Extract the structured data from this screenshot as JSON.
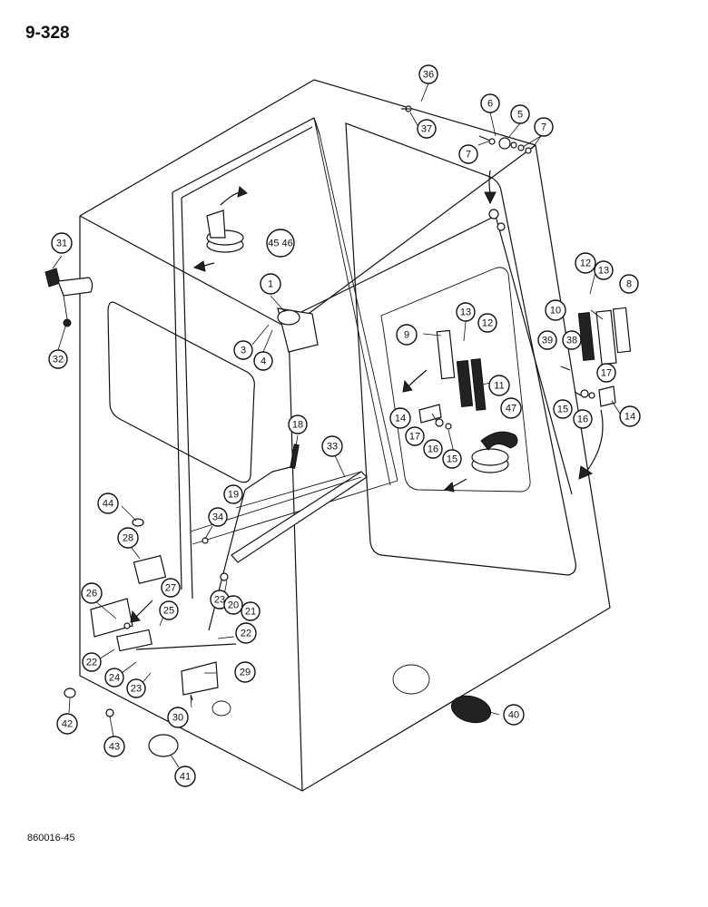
{
  "header": {
    "page_number": "9-328"
  },
  "footer": {
    "drawing_code": "860016-45"
  },
  "callouts": [
    {
      "id": "c36",
      "label": "36"
    },
    {
      "id": "c37",
      "label": "37"
    },
    {
      "id": "c6",
      "label": "6"
    },
    {
      "id": "c5",
      "label": "5"
    },
    {
      "id": "c7a",
      "label": "7"
    },
    {
      "id": "c7b",
      "label": "7"
    },
    {
      "id": "c31",
      "label": "31"
    },
    {
      "id": "c45",
      "label": "45 46"
    },
    {
      "id": "c1",
      "label": "1"
    },
    {
      "id": "c32",
      "label": "32"
    },
    {
      "id": "c3",
      "label": "3"
    },
    {
      "id": "c4",
      "label": "4"
    },
    {
      "id": "c12a",
      "label": "12"
    },
    {
      "id": "c13a",
      "label": "13"
    },
    {
      "id": "c8",
      "label": "8"
    },
    {
      "id": "c10",
      "label": "10"
    },
    {
      "id": "c9",
      "label": "9"
    },
    {
      "id": "c13b",
      "label": "13"
    },
    {
      "id": "c12b",
      "label": "12"
    },
    {
      "id": "c39",
      "label": "39"
    },
    {
      "id": "c38",
      "label": "38"
    },
    {
      "id": "c17a",
      "label": "17"
    },
    {
      "id": "c11",
      "label": "11"
    },
    {
      "id": "c15a",
      "label": "15"
    },
    {
      "id": "c16a",
      "label": "16"
    },
    {
      "id": "c14a",
      "label": "14"
    },
    {
      "id": "c14b",
      "label": "14"
    },
    {
      "id": "c17b",
      "label": "17"
    },
    {
      "id": "c47",
      "label": "47"
    },
    {
      "id": "c16b",
      "label": "16"
    },
    {
      "id": "c15b",
      "label": "15"
    },
    {
      "id": "c18",
      "label": "18"
    },
    {
      "id": "c33",
      "label": "33"
    },
    {
      "id": "c19",
      "label": "19"
    },
    {
      "id": "c44",
      "label": "44"
    },
    {
      "id": "c34",
      "label": "34"
    },
    {
      "id": "c28",
      "label": "28"
    },
    {
      "id": "c26",
      "label": "26"
    },
    {
      "id": "c27",
      "label": "27"
    },
    {
      "id": "c23a",
      "label": "23"
    },
    {
      "id": "c20",
      "label": "20"
    },
    {
      "id": "c21",
      "label": "21"
    },
    {
      "id": "c25",
      "label": "25"
    },
    {
      "id": "c22a",
      "label": "22"
    },
    {
      "id": "c22b",
      "label": "22"
    },
    {
      "id": "c24",
      "label": "24"
    },
    {
      "id": "c29",
      "label": "29"
    },
    {
      "id": "c23b",
      "label": "23"
    },
    {
      "id": "c30",
      "label": "30"
    },
    {
      "id": "c42",
      "label": "42"
    },
    {
      "id": "c43",
      "label": "43"
    },
    {
      "id": "c41",
      "label": "41"
    },
    {
      "id": "c40",
      "label": "40"
    }
  ]
}
